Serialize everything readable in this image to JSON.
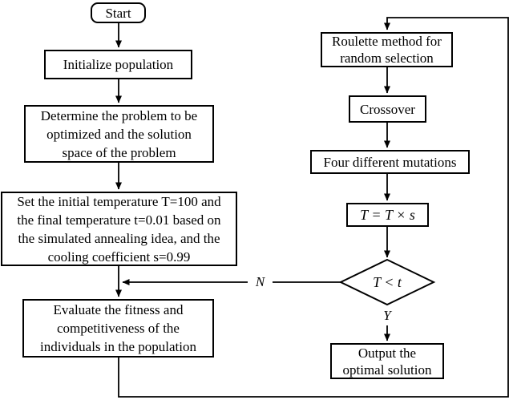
{
  "nodes": {
    "start": {
      "label": "Start"
    },
    "initialize": {
      "label": "Initialize population"
    },
    "determine": {
      "label": "Determine the problem to be\noptimized and the solution\nspace of the problem"
    },
    "set_temperature": {
      "label": "Set the initial temperature T=100 and\nthe final temperature t=0.01 based on\nthe simulated annealing idea, and the\ncooling coefficient s=0.99"
    },
    "evaluate": {
      "label": "Evaluate the fitness and\ncompetitiveness of the\nindividuals in the population"
    },
    "roulette": {
      "label": "Roulette method for\nrandom selection"
    },
    "crossover": {
      "label": "Crossover"
    },
    "mutations": {
      "label": "Four different mutations"
    },
    "temperature_update": {
      "label": "T = T × s"
    },
    "decision": {
      "label": "T < t"
    },
    "output": {
      "label": "Output the\noptimal solution"
    }
  },
  "edge_labels": {
    "no": "N",
    "yes": "Y"
  },
  "colors": {
    "line": "#000000",
    "text": "#000000",
    "node_fill": "#ffffff",
    "background": "#ffffff"
  }
}
